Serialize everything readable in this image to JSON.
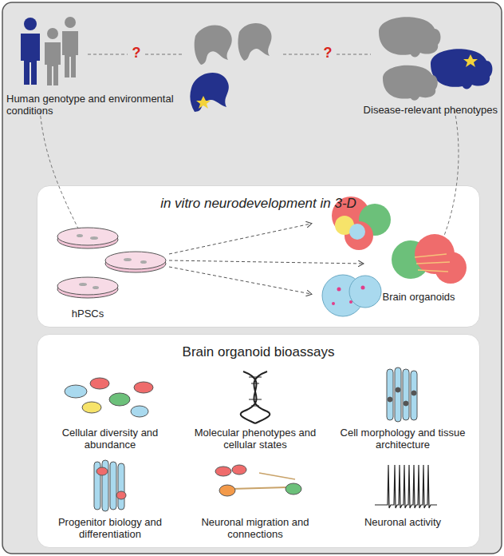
{
  "diagram": {
    "nodes": [
      {
        "text": [
          "in vitro neurodevelopment in 3-D"
        ]
      },
      {
        "text": [
          "Brain organoid bioassays"
        ]
      }
    ],
    "edges": [],
    "labels": [
      "?",
      "?",
      "Human genotype and environmental conditions",
      "Disease-relevant phenotypes",
      "hPSCs",
      "Brain organoids",
      "Cellular diversity and abundance",
      "Molecular phenotypes and cellular states",
      "Cell morphology and tissue architecture",
      "Progenitor biology and differentiation",
      "Neuronal migration and connections",
      "Neuronal activity"
    ]
  }
}
